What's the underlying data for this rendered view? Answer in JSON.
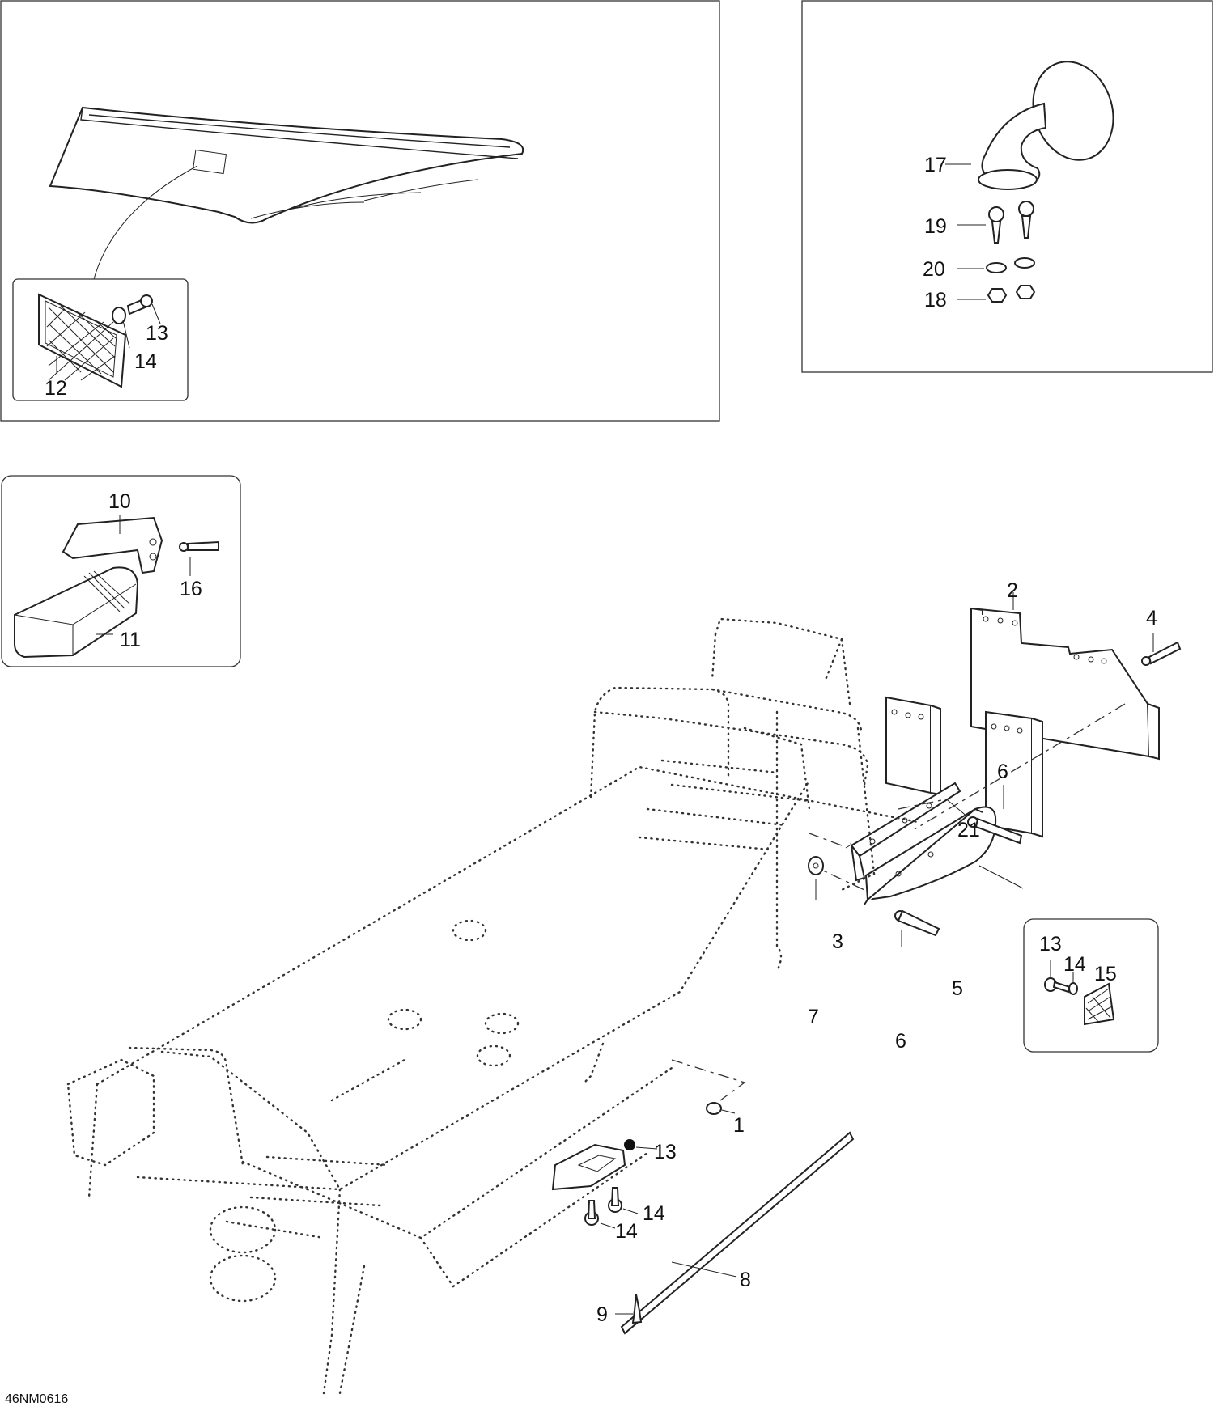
{
  "diagram_code": "46NM0616",
  "callouts": {
    "c1": "1",
    "c2": "2",
    "c3": "3",
    "c4": "4",
    "c5": "5",
    "c6a": "6",
    "c6b": "6",
    "c7": "7",
    "c8": "8",
    "c9": "9",
    "c10": "10",
    "c11": "11",
    "c12": "12",
    "c13a": "13",
    "c13b": "13",
    "c13c": "13",
    "c14a": "14",
    "c14b": "14",
    "c14c": "14",
    "c14d": "14",
    "c15": "15",
    "c16": "16",
    "c17": "17",
    "c18": "18",
    "c19": "19",
    "c20": "20",
    "c21": "21"
  }
}
